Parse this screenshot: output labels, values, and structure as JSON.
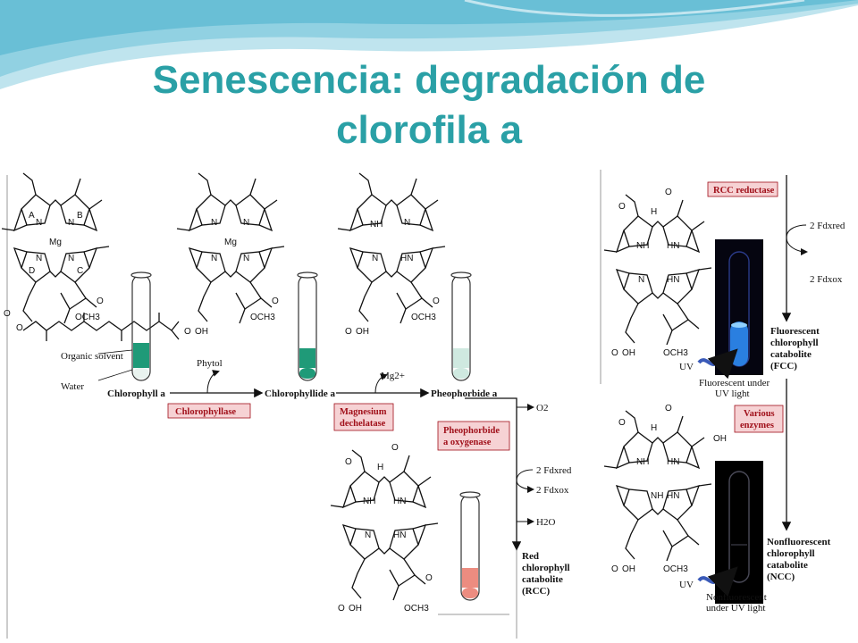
{
  "slide": {
    "title_line1": "Senescencia: degradación de",
    "title_line2": "clorofila a"
  },
  "tube_labels": {
    "organic_solvent": "Organic solvent",
    "water": "Water"
  },
  "compounds": {
    "chlorophyll_a": "Chlorophyll a",
    "chlorophyllide_a": "Chlorophyllide a",
    "pheophorbide_a": "Pheophorbide a",
    "rcc_line1": "Red",
    "rcc_line2": "chlorophyll",
    "rcc_line3": "catabolite",
    "rcc_line4": "(RCC)",
    "fcc_line1": "Fluorescent",
    "fcc_line2": "chlorophyll",
    "fcc_line3": "catabolite",
    "fcc_line4": "(FCC)",
    "ncc_line1": "Nonfluorescent",
    "ncc_line2": "chlorophyll",
    "ncc_line3": "catabolite",
    "ncc_line4": "(NCC)"
  },
  "enzymes": {
    "chlorophyllase": "Chlorophyllase",
    "mg_dechelatase_line1": "Magnesium",
    "mg_dechelatase_line2": "dechelatase",
    "pao_line1": "Pheophorbide",
    "pao_line2": "a oxygenase",
    "rcc_reductase": "RCC reductase",
    "various_line1": "Various",
    "various_line2": "enzymes"
  },
  "side_products": {
    "phytol": "Phytol",
    "mg": "Mg2+",
    "o2": "O2",
    "fdx_red": "2 Fdxred",
    "fdx_ox": "2 Fdxox",
    "h2o": "H2O"
  },
  "uv": {
    "uv": "UV",
    "fluorescent_line1": "Fluorescent under",
    "fluorescent_line2": "UV light",
    "nonfluorescent_line1": "Nonfluorescent",
    "nonfluorescent_line2": "under UV light"
  },
  "atoms": {
    "mg": "Mg",
    "n": "N",
    "nh": "NH",
    "hn": "HN",
    "o": "O",
    "oh": "OH",
    "och3": "OCH3",
    "h": "H",
    "ring_a": "A",
    "ring_b": "B",
    "ring_c": "C",
    "ring_d": "D"
  },
  "colors": {
    "title": "#2aa0a6",
    "enzyme_box_fill": "#f6d2d4",
    "enzyme_text": "#a0101a",
    "chlorophyll_green": "#1f9a78",
    "rcc_red": "#ec8c80",
    "fcc_blue": "#2a7fe0",
    "uv_arrow": "#3a5ab8"
  }
}
